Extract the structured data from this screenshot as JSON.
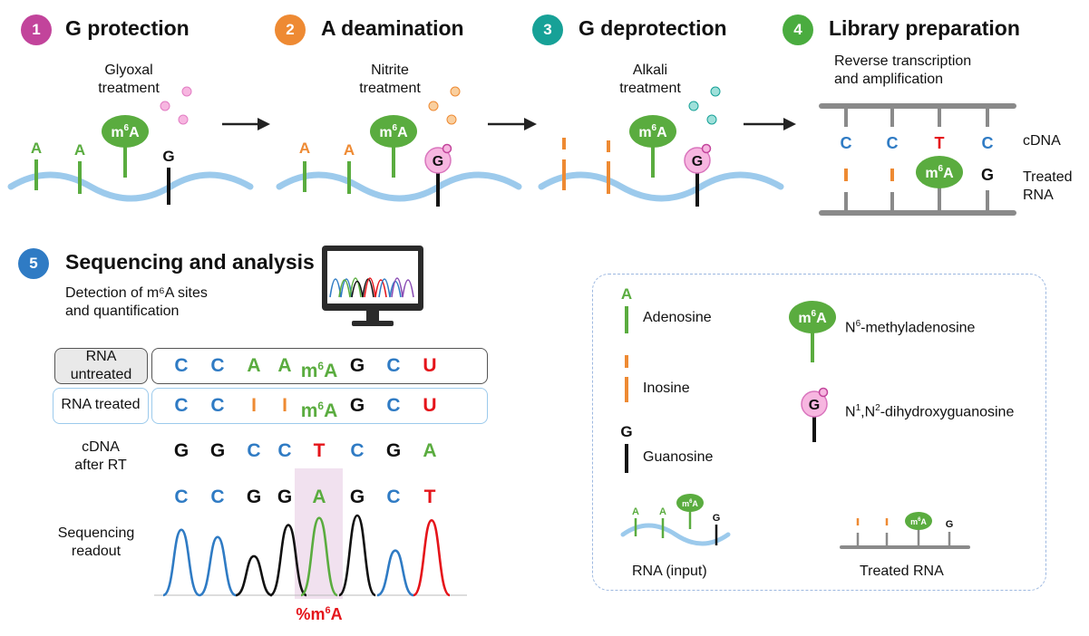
{
  "colors": {
    "step1": "#c2449b",
    "step2": "#ee8a33",
    "step3": "#17a197",
    "step4": "#4aac3f",
    "step5": "#2f7bc4",
    "adenosine": "#5aac3f",
    "inosine": "#ee8a33",
    "guanosine": "#111111",
    "cytosine": "#2f7bc4",
    "thymine": "#e5141a",
    "rna_backbone": "#9ccaec",
    "highlight": "#f1e1ef",
    "legend_border": "#9db8e0"
  },
  "steps": [
    {
      "num": "1",
      "title": "G protection",
      "caption": "Glyoxal\ntreatment"
    },
    {
      "num": "2",
      "title": "A deamination",
      "caption": "Nitrite\ntreatment"
    },
    {
      "num": "3",
      "title": "G deprotection",
      "caption": "Alkali\ntreatment"
    },
    {
      "num": "4",
      "title": "Library preparation",
      "caption": "Reverse transcription\nand amplification"
    },
    {
      "num": "5",
      "title": "Sequencing and analysis",
      "caption": "Detection of m⁶A sites\nand quantification"
    }
  ],
  "mods": {
    "m6a": "m⁶A",
    "m6a_base": "m",
    "m6a_sup": "6",
    "m6a_tail": "A"
  },
  "nucleotides": {
    "A": "A",
    "G": "G",
    "C": "C",
    "T": "T",
    "I": "I",
    "U": "U"
  },
  "step4_labels": {
    "cdna": "cDNA",
    "treated_rna": "Treated\nRNA",
    "cdna_seq": [
      "C",
      "C",
      "T",
      "C"
    ],
    "rna_seq": [
      "I",
      "I",
      "m⁶A",
      "G"
    ]
  },
  "rows": [
    {
      "label": "RNA\nuntreated",
      "seq": [
        "C",
        "C",
        "A",
        "A",
        "m⁶A",
        "G",
        "C",
        "U"
      ]
    },
    {
      "label": "RNA treated",
      "seq": [
        "C",
        "C",
        "I",
        "I",
        "m⁶A",
        "G",
        "C",
        "U"
      ]
    },
    {
      "label": "cDNA\nafter RT",
      "seq": [
        "G",
        "G",
        "C",
        "C",
        "T",
        "C",
        "G",
        "A"
      ]
    }
  ],
  "readout": {
    "label": "Sequencing\nreadout",
    "seq": [
      "C",
      "C",
      "G",
      "G",
      "A",
      "G",
      "C",
      "T"
    ],
    "highlight_label": "%m⁶A",
    "peaks": [
      {
        "base": "C",
        "height": 0.82
      },
      {
        "base": "C",
        "height": 0.73
      },
      {
        "base": "G",
        "height": 0.49
      },
      {
        "base": "G",
        "height": 0.88
      },
      {
        "base": "A",
        "height": 0.97
      },
      {
        "base": "G",
        "height": 1.0
      },
      {
        "base": "C",
        "height": 0.56
      },
      {
        "base": "T",
        "height": 0.94
      }
    ]
  },
  "legend": {
    "adenosine": "Adenosine",
    "inosine": "Inosine",
    "guanosine": "Guanosine",
    "m6a_name_pre": "N",
    "m6a_name_sup": "6",
    "m6a_name_post": "-methyladenosine",
    "dhg_name_1": "N",
    "dhg_name_sup1": "1",
    "dhg_name_2": ",N",
    "dhg_name_sup2": "2",
    "dhg_name_3": "-dihydroxyguanosine",
    "rna_input": "RNA (input)",
    "treated_rna": "Treated RNA"
  }
}
